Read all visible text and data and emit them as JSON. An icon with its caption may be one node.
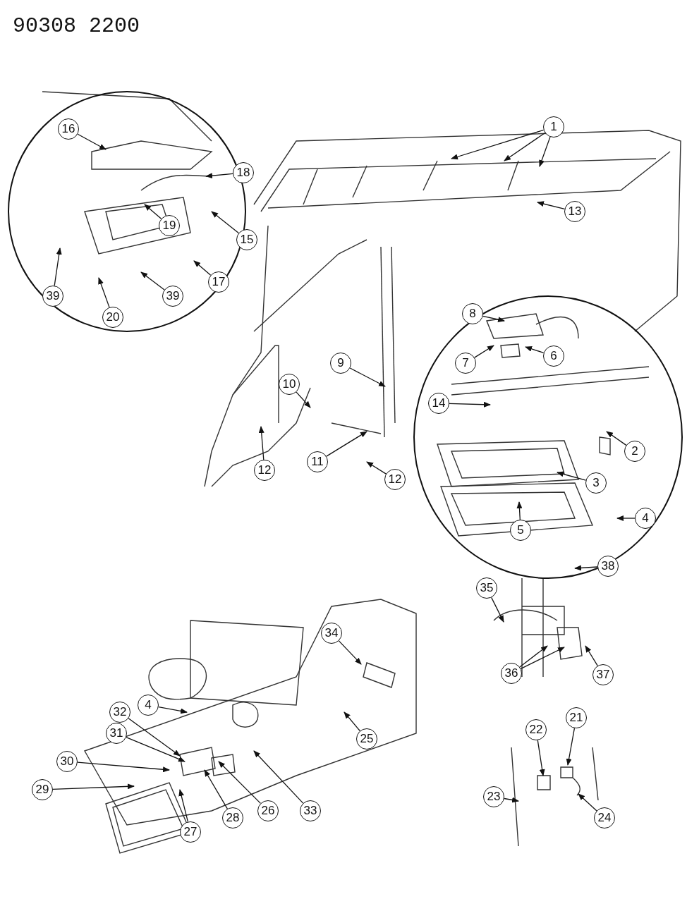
{
  "diagram": {
    "title": "90308 2200",
    "nodes": [
      {
        "text": [
          "1"
        ]
      },
      {
        "text": [
          "16"
        ]
      },
      {
        "text": [
          "18"
        ]
      },
      {
        "text": [
          "19"
        ]
      },
      {
        "text": [
          "13"
        ]
      },
      {
        "text": [
          "15"
        ]
      },
      {
        "text": [
          "17"
        ]
      },
      {
        "text": [
          "39"
        ]
      },
      {
        "text": [
          "39"
        ]
      },
      {
        "text": [
          "20"
        ]
      },
      {
        "text": [
          "8"
        ]
      },
      {
        "text": [
          "6"
        ]
      },
      {
        "text": [
          "7"
        ]
      },
      {
        "text": [
          "9"
        ]
      },
      {
        "text": [
          "10"
        ]
      },
      {
        "text": [
          "14"
        ]
      },
      {
        "text": [
          "11"
        ]
      },
      {
        "text": [
          "12"
        ]
      },
      {
        "text": [
          "2"
        ]
      },
      {
        "text": [
          "12"
        ]
      },
      {
        "text": [
          "3"
        ]
      },
      {
        "text": [
          "4"
        ]
      },
      {
        "text": [
          "5"
        ]
      },
      {
        "text": [
          "38"
        ]
      },
      {
        "text": [
          "35"
        ]
      },
      {
        "text": [
          "34"
        ]
      },
      {
        "text": [
          "36"
        ]
      },
      {
        "text": [
          "37"
        ]
      },
      {
        "text": [
          "21"
        ]
      },
      {
        "text": [
          "32"
        ]
      },
      {
        "text": [
          "4"
        ]
      },
      {
        "text": [
          "30"
        ]
      },
      {
        "text": [
          "31"
        ]
      },
      {
        "text": [
          "22"
        ]
      },
      {
        "text": [
          "25"
        ]
      },
      {
        "text": [
          "29"
        ]
      },
      {
        "text": [
          "28"
        ]
      },
      {
        "text": [
          "26"
        ]
      },
      {
        "text": [
          "33"
        ]
      },
      {
        "text": [
          "27"
        ]
      },
      {
        "text": [
          "23"
        ]
      },
      {
        "text": [
          "24"
        ]
      }
    ],
    "edges": [
      {
        "from": 0,
        "to": null,
        "arrow": "to"
      },
      {
        "from": 0,
        "to": null,
        "arrow": "to"
      },
      {
        "from": 0,
        "to": null,
        "arrow": "to"
      },
      {
        "from": 1,
        "to": null,
        "arrow": "to"
      },
      {
        "from": 2,
        "to": null,
        "arrow": "to"
      },
      {
        "from": 3,
        "to": null,
        "arrow": "to"
      },
      {
        "from": 4,
        "to": null,
        "arrow": "to"
      },
      {
        "from": 5,
        "to": null,
        "arrow": "to"
      },
      {
        "from": 6,
        "to": null,
        "arrow": "to"
      },
      {
        "from": 7,
        "to": null,
        "arrow": "to"
      },
      {
        "from": 8,
        "to": null,
        "arrow": "to"
      },
      {
        "from": 9,
        "to": null,
        "arrow": "to"
      },
      {
        "from": 10,
        "to": null,
        "arrow": "to"
      },
      {
        "from": 11,
        "to": null,
        "arrow": "to"
      },
      {
        "from": 12,
        "to": null,
        "arrow": "to"
      },
      {
        "from": 13,
        "to": null,
        "arrow": "to"
      },
      {
        "from": 14,
        "to": null,
        "arrow": "to"
      },
      {
        "from": 15,
        "to": null,
        "arrow": "to"
      },
      {
        "from": 16,
        "to": null,
        "arrow": "to"
      },
      {
        "from": 17,
        "to": null,
        "arrow": "to"
      },
      {
        "from": 18,
        "to": null,
        "arrow": "to"
      },
      {
        "from": 19,
        "to": null,
        "arrow": "to"
      },
      {
        "from": 20,
        "to": null,
        "arrow": "to"
      },
      {
        "from": 21,
        "to": null,
        "arrow": "to"
      },
      {
        "from": 22,
        "to": null,
        "arrow": "to"
      },
      {
        "from": 23,
        "to": null,
        "arrow": "to"
      },
      {
        "from": 24,
        "to": null,
        "arrow": "to"
      },
      {
        "from": 25,
        "to": null,
        "arrow": "to"
      },
      {
        "from": 26,
        "to": null,
        "arrow": "to"
      },
      {
        "from": 26,
        "to": null,
        "arrow": "to"
      },
      {
        "from": 27,
        "to": null,
        "arrow": "to"
      },
      {
        "from": 28,
        "to": null,
        "arrow": "to"
      },
      {
        "from": 29,
        "to": null,
        "arrow": "to"
      },
      {
        "from": 30,
        "to": null,
        "arrow": "to"
      },
      {
        "from": 31,
        "to": null,
        "arrow": "to"
      },
      {
        "from": 32,
        "to": null,
        "arrow": "to"
      },
      {
        "from": 33,
        "to": null,
        "arrow": "to"
      },
      {
        "from": 34,
        "to": null,
        "arrow": "to"
      },
      {
        "from": 35,
        "to": null,
        "arrow": "to"
      },
      {
        "from": 36,
        "to": null,
        "arrow": "to"
      },
      {
        "from": 37,
        "to": null,
        "arrow": "to"
      },
      {
        "from": 38,
        "to": null,
        "arrow": "to"
      },
      {
        "from": 39,
        "to": null,
        "arrow": "to"
      },
      {
        "from": 40,
        "to": null,
        "arrow": "to"
      },
      {
        "from": 41,
        "to": null,
        "arrow": "to"
      }
    ]
  }
}
